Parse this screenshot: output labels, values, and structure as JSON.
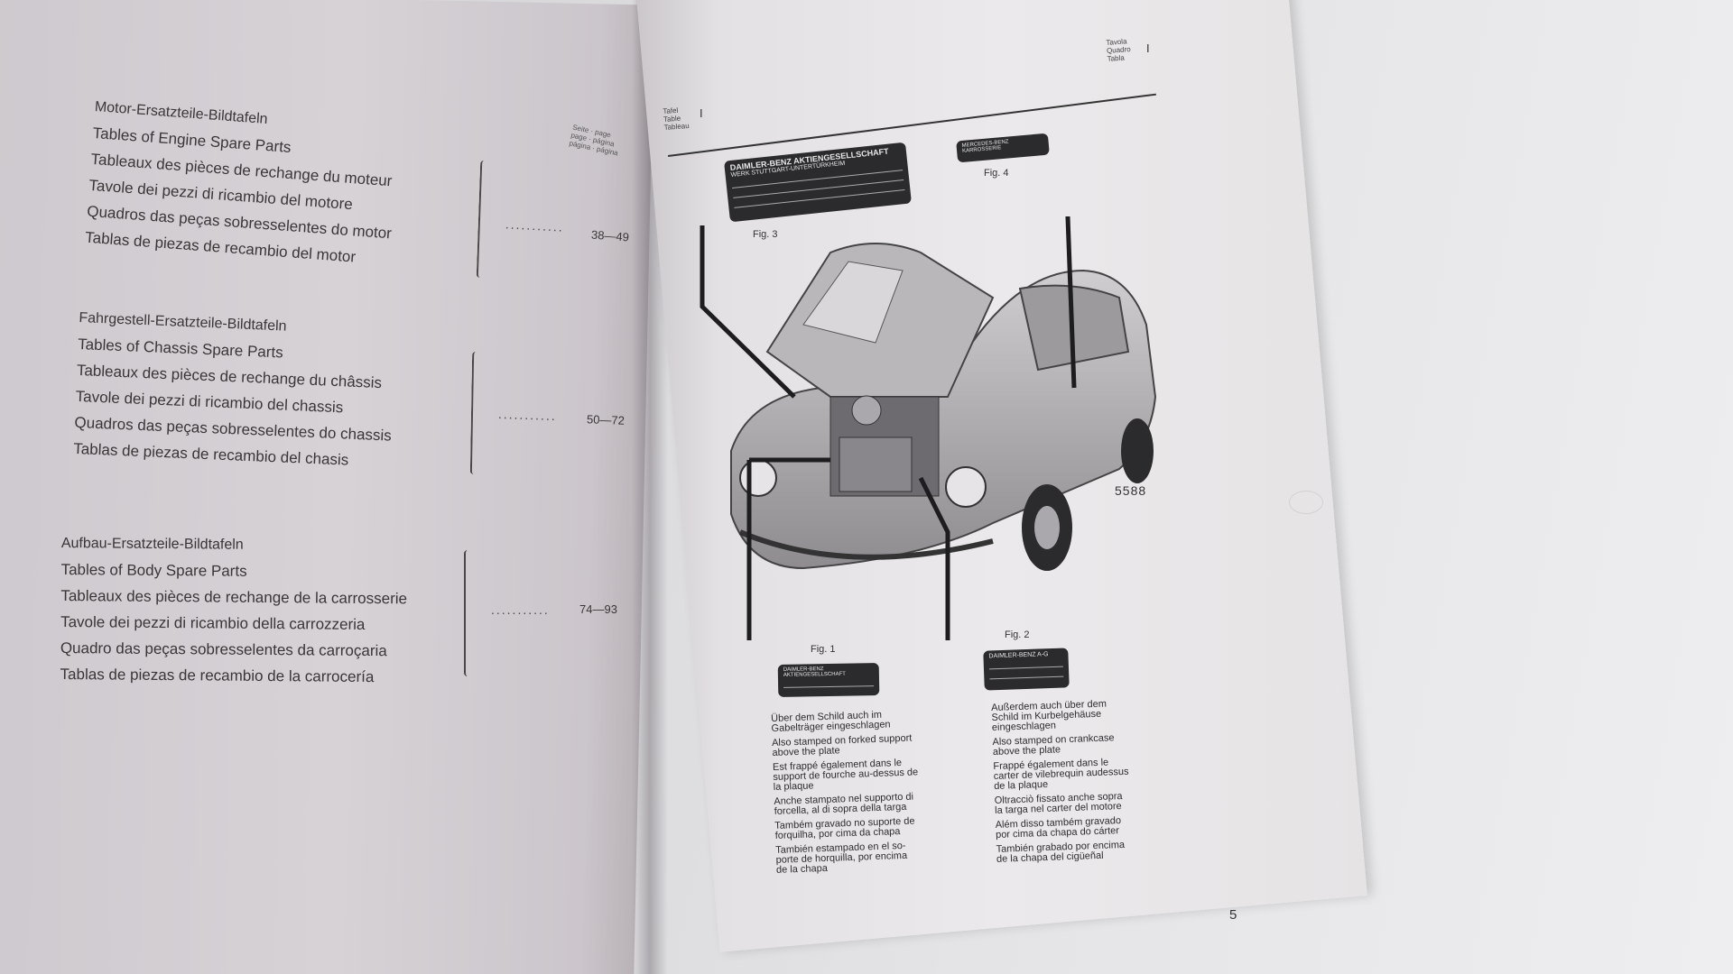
{
  "left_page": {
    "column_header": [
      "Seite · page",
      "page · página",
      "página · página"
    ],
    "groups": [
      {
        "lines": [
          "Motor-Ersatzteile-Bildtafeln",
          "Tables of Engine Spare Parts",
          "Tableaux des pièces de rechange du moteur",
          "Tavole dei pezzi di ricambio del motore",
          "Quadros das peças sobresselentes do motor",
          "Tablas de piezas de recambio del motor"
        ],
        "dots": "...........",
        "pages": "38—49"
      },
      {
        "lines": [
          "Fahrgestell-Ersatzteile-Bildtafeln",
          "Tables of Chassis Spare Parts",
          "Tableaux des pièces de rechange du châssis",
          "Tavole dei pezzi di ricambio del chassis",
          "Quadros das peças sobresselentes do chassis",
          "Tablas de piezas de recambio del chasis"
        ],
        "dots": "...........",
        "pages": "50—72"
      },
      {
        "lines": [
          "Aufbau-Ersatzteile-Bildtafeln",
          "Tables of Body Spare Parts",
          "Tableaux des pièces de rechange de la carrosserie",
          "Tavole dei pezzi di ricambio della carrozzeria",
          "Quadro das peças sobresselentes da carroçaria",
          "Tablas de piezas de recambio de la carrocería"
        ],
        "dots": "...........",
        "pages": "74—93"
      }
    ]
  },
  "right_page": {
    "header_top": [
      "Tavola",
      "Quadro",
      "Tabla"
    ],
    "header_top_num": "I",
    "header_left": [
      "Tafel",
      "Table",
      "Tableau"
    ],
    "header_left_num": "I",
    "plate_fig3": {
      "brand": "DAIMLER-BENZ AKTIENGESELLSCHAFT",
      "sub": "WERK STUTTGART-UNTERTÜRKHEIM",
      "label": "Fig. 3"
    },
    "plate_fig4": {
      "brand": "MERCEDES-BENZ KARROSSERIE",
      "label": "Fig. 4"
    },
    "plate_fig1": {
      "brand": "DAIMLER-BENZ AKTIENGESELLSCHAFT",
      "label": "Fig. 1"
    },
    "plate_fig2": {
      "brand": "DAIMLER-BENZ A-G",
      "label": "Fig. 2"
    },
    "figure_code": "5588",
    "captions_fig1": [
      "Über dem Schild auch im",
      "Gabelträger eingeschlagen",
      "Also stamped on forked support",
      "above the plate",
      "Est frappé également dans le",
      "support de fourche au-dessus de",
      "la plaque",
      "Anche stampato nel supporto di",
      "forcella, al di sopra della targa",
      "Também gravado no suporte de",
      "forquilha, por cima da chapa",
      "También estampado en el so-",
      "porte de horquilla, por encima",
      "de la chapa"
    ],
    "captions_fig2": [
      "Außerdem auch über dem",
      "Schild im Kurbelgehäuse",
      "eingeschlagen",
      "Also stamped on crankcase",
      "above the plate",
      "Frappé également dans le",
      "carter de vilebrequin audessus",
      "de la plaque",
      "Oltracciò fissato anche sopra",
      "la targa nel carter del motore",
      "Além disso também gravado",
      "por cima da chapa do cárter",
      "También grabado por encima",
      "de la chapa del cigüeñal"
    ],
    "page_number": "5"
  }
}
